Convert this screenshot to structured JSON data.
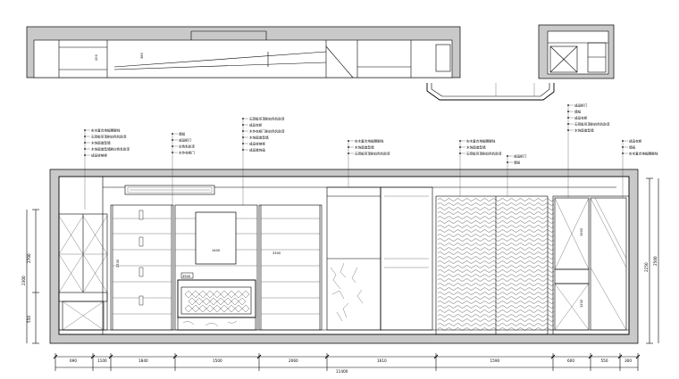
{
  "drawing": {
    "plan_tags": {
      "plan_top_1": "200",
      "plan_top_2": "380"
    },
    "annotations": {
      "group_1": [
        "实木复合地板踢脚线",
        "石膏板吊顶刷白色乳胶漆",
        "木饰面造型墙",
        "木饰面造型墙刷白色乳胶漆",
        "成品收纳柜"
      ],
      "group_2": [
        "墙纸",
        "成品柜门",
        "白色乳胶漆",
        "木作衣柜门"
      ],
      "group_3": [
        "石膏板吊顶刷白色乳胶漆",
        "成品衣柜",
        "木作衣柜门刷白色乳胶漆",
        "木饰面造型墙",
        "成品收纳柜",
        "成品装饰画"
      ],
      "group_4": [
        "实木复合地板踢脚线",
        "木饰面造型墙",
        "石膏板吊顶刷白色乳胶漆"
      ],
      "group_5": [
        "实木复合地板踢脚线",
        "木饰面造型墙",
        "石膏板吊顶刷白色乳胶漆"
      ],
      "group_6": [
        "成品柜门",
        "墙纸"
      ],
      "group_7": [
        "成品柜门",
        "墙纸",
        "成品衣柜",
        "石膏板吊顶刷白色乳胶漆",
        "木饰面造型墙"
      ],
      "group_8": [
        "成品衣柜",
        "墙纸",
        "实木复合地板踢脚线"
      ]
    },
    "inner_tags": {
      "panel_left": "2330",
      "tv_label": "1400",
      "panel_right": "3300",
      "nameplate": "3900",
      "right_panel": "1900",
      "right_panel_low": "1200"
    },
    "dimensions": {
      "horizontal": [
        "690",
        "1100",
        "1840",
        "1500",
        "2060",
        "1610",
        "1590",
        "600",
        "550",
        "300"
      ],
      "total": "11400",
      "left_vertical": [
        "2300",
        "2700",
        "550"
      ],
      "right_vertical": [
        "2250",
        "2500"
      ]
    }
  }
}
